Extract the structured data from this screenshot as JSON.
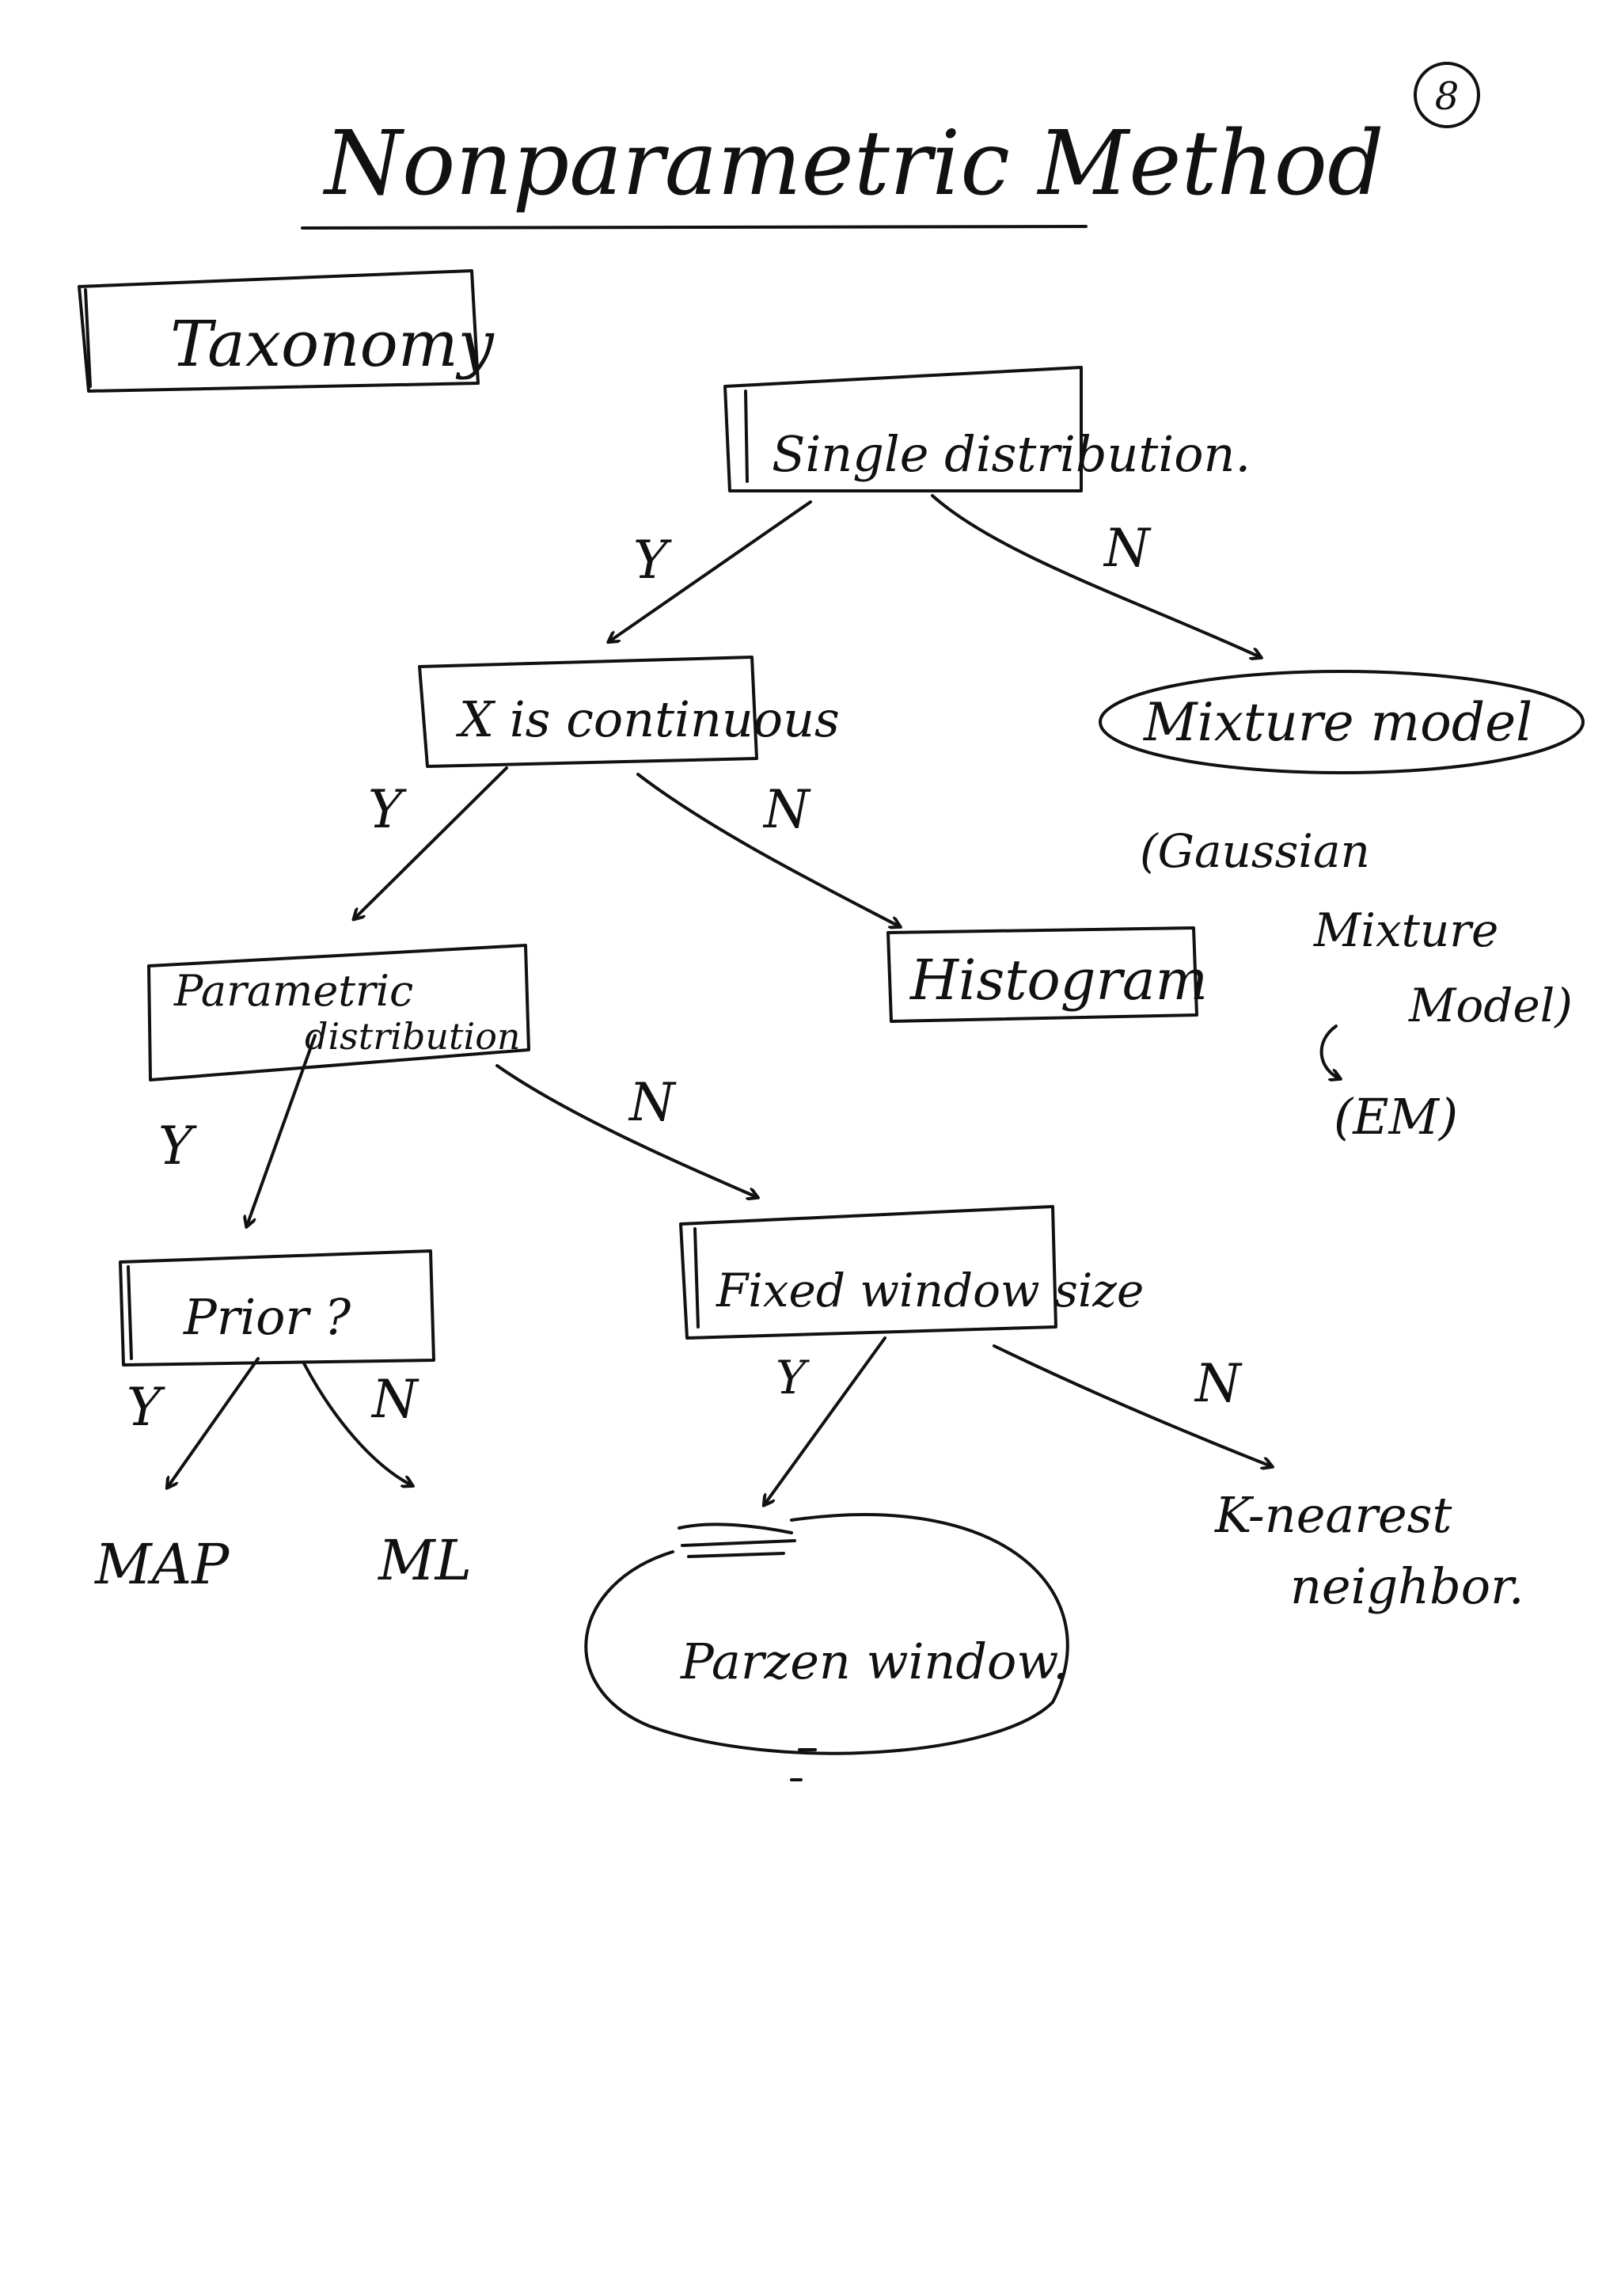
{
  "page_number": "8",
  "title": "Nonparametric Method",
  "section_label": "Taxonomy",
  "nodes": {
    "single_distribution": "Single distribution.",
    "x_is_continuous": "X is continuous",
    "mixture_model": "Mixture model",
    "histogram": "Histogram",
    "parametric_distribution_line1": "Parametric",
    "parametric_distribution_line2": "distribution",
    "fixed_window_size": "Fixed window size",
    "prior": "Prior ?",
    "map": "MAP",
    "ml": "ML",
    "parzen_window": "Parzen window.",
    "k_nearest_line1": "K-nearest",
    "k_nearest_line2": "neighbor."
  },
  "notes": {
    "gmm_line1": "(Gaussian",
    "gmm_line2": "Mixture",
    "gmm_line3": "Model)",
    "em": "(EM)"
  },
  "edge_labels": {
    "yes": "Y",
    "no": "N"
  }
}
